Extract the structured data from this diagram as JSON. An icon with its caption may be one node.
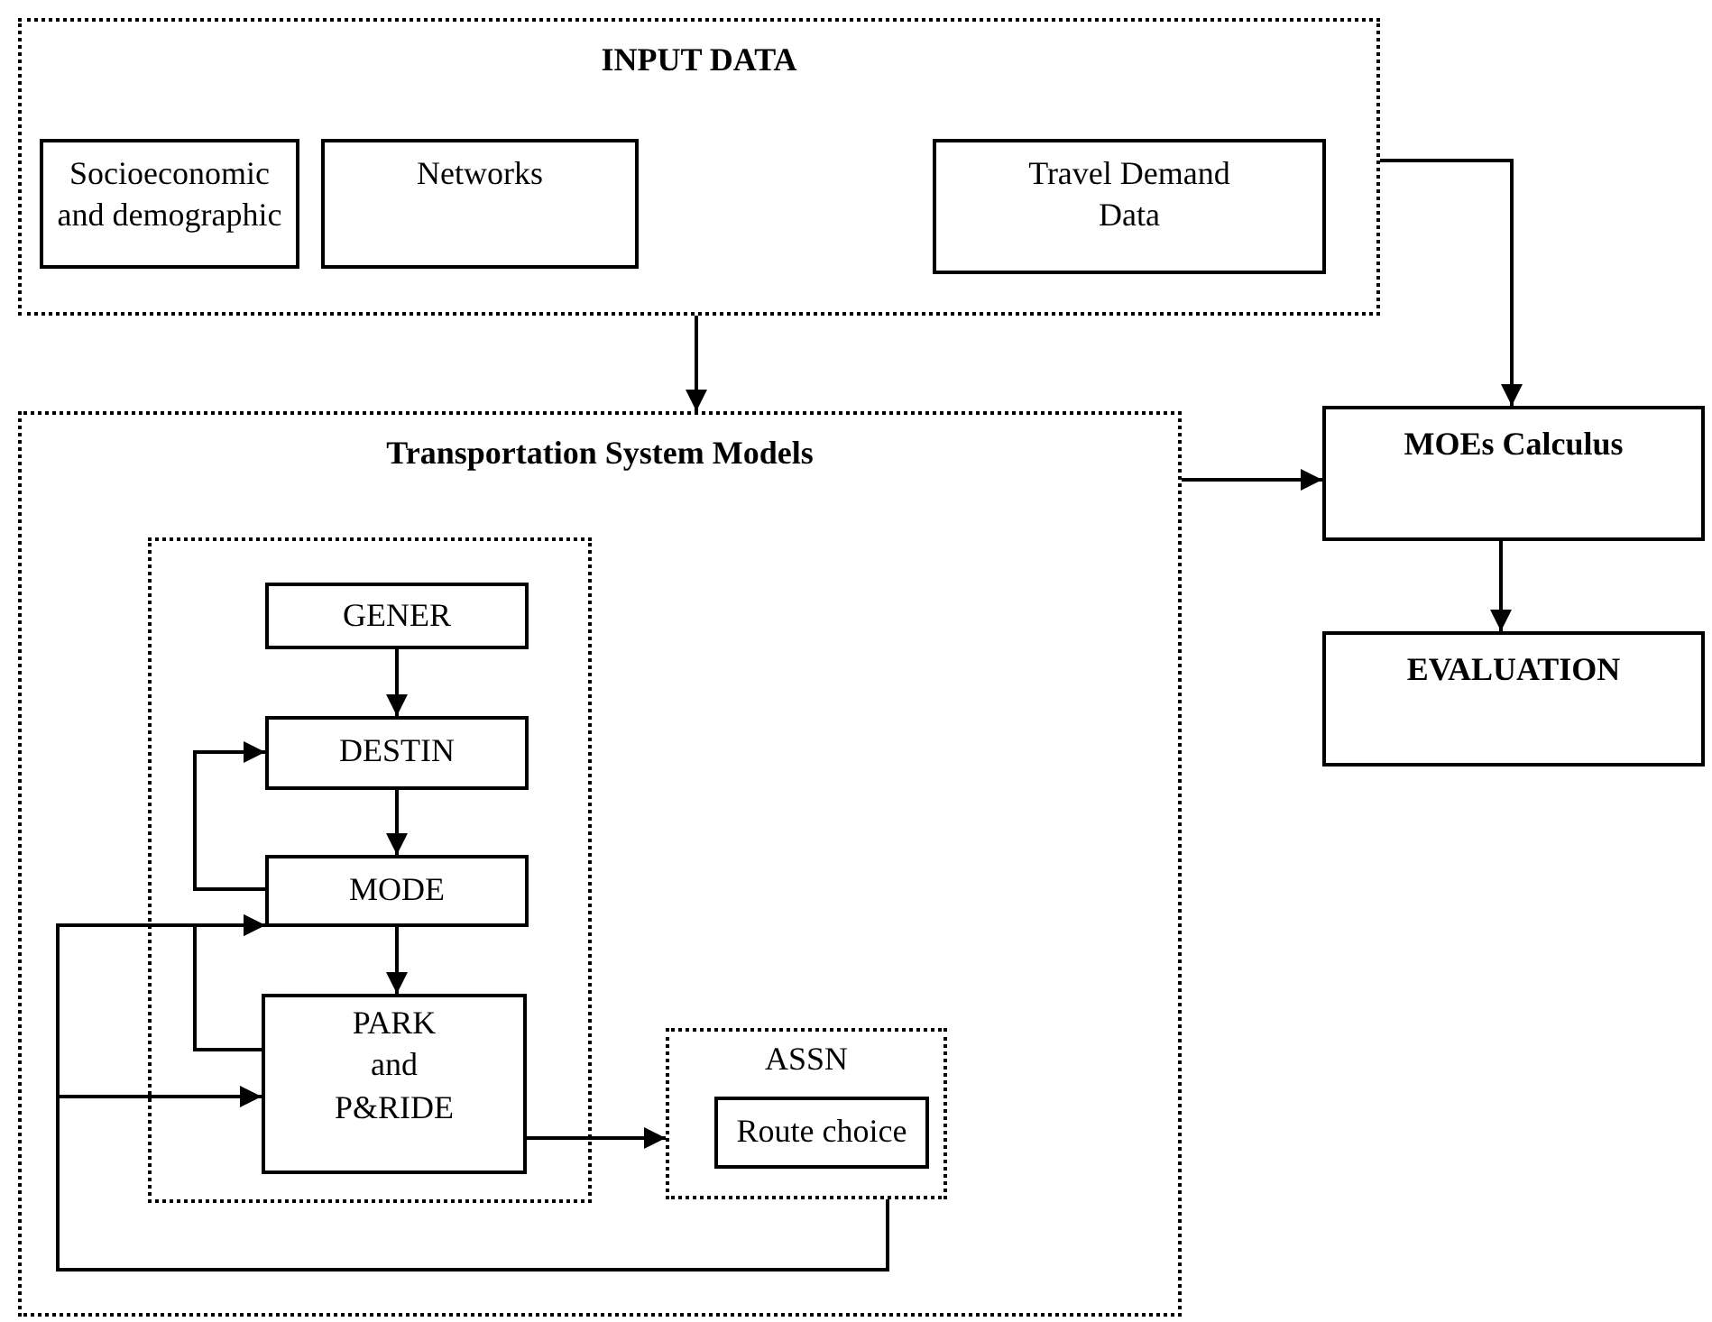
{
  "diagram": {
    "nodes": [
      {
        "text": [
          "INPUT DATA"
        ]
      },
      {
        "text": [
          "Socioeconomic and demographic"
        ],
        "in": 0
      },
      {
        "text": [
          "Networks"
        ],
        "in": 0
      },
      {
        "text": [
          "Travel Demand Data"
        ],
        "in": 0
      },
      {
        "text": [
          "Transportation System Models"
        ]
      },
      {
        "text": [],
        "shape": "box",
        "in": 4
      },
      {
        "text": [
          "GENER"
        ],
        "in": 5
      },
      {
        "text": [
          "DESTIN"
        ],
        "in": 5
      },
      {
        "text": [
          "MODE"
        ],
        "in": 5
      },
      {
        "text": [
          "PARK and P&RIDE"
        ],
        "in": 5
      },
      {
        "text": [
          "ASSN"
        ],
        "in": 4
      },
      {
        "text": [
          "Route choice"
        ],
        "in": 10
      },
      {
        "text": [
          "MOEs Calculus"
        ]
      },
      {
        "text": [
          "EVALUATION"
        ]
      }
    ],
    "edges": [
      {
        "from": 0,
        "to": 4,
        "arrow": "to"
      },
      {
        "from": 0,
        "to": 12,
        "arrow": "to"
      },
      {
        "from": 4,
        "to": 12,
        "arrow": "to"
      },
      {
        "from": 12,
        "to": 13,
        "arrow": "to"
      },
      {
        "from": 6,
        "to": 7,
        "arrow": "to"
      },
      {
        "from": 7,
        "to": 8,
        "arrow": "to"
      },
      {
        "from": 8,
        "to": 9,
        "arrow": "to"
      },
      {
        "from": 8,
        "to": 7,
        "arrow": "to"
      },
      {
        "from": 9,
        "to": 8,
        "arrow": "to"
      },
      {
        "from": 10,
        "to": 8,
        "arrow": "to"
      },
      {
        "from": 10,
        "to": 9,
        "arrow": "to"
      },
      {
        "from": 9,
        "to": 10,
        "arrow": "to"
      }
    ]
  }
}
